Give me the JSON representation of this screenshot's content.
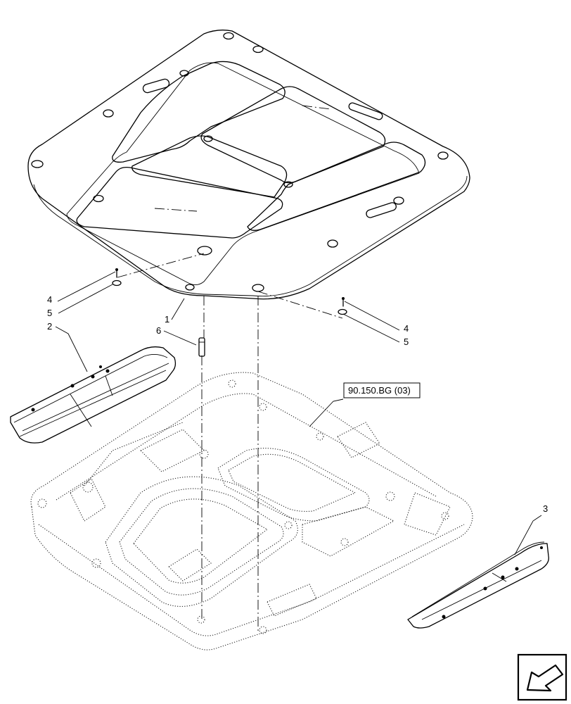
{
  "callouts": {
    "c1": "1",
    "c2": "2",
    "c3": "3",
    "c4_left": "4",
    "c5_left": "5",
    "c4_right": "4",
    "c5_right": "5",
    "c6": "6"
  },
  "reference": {
    "label": "90.150.BG (03)"
  },
  "nav": {
    "icon": "arrow-back-icon"
  }
}
